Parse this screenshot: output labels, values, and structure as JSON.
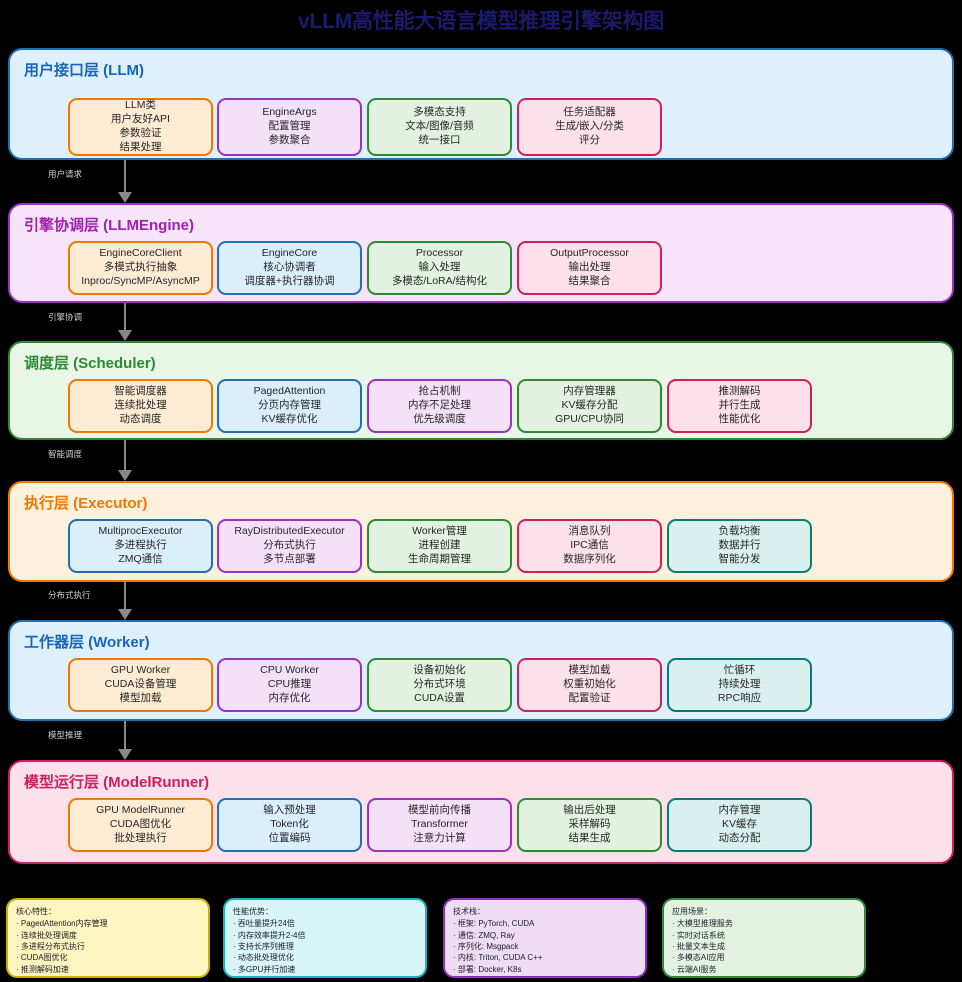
{
  "title": "vLLM高性能大语言模型推理引擎架构图",
  "layers": [
    {
      "id": "interface",
      "title": "用户接口层 (LLM)",
      "title_color": "#1565c0",
      "band_bg": "#dff0fd",
      "band_border": "#1f6fb2",
      "boxes": [
        {
          "variant": "v-orange",
          "lines": [
            "LLM类",
            "用户友好API",
            "参数验证",
            "结果处理"
          ]
        },
        {
          "variant": "v-purple",
          "lines": [
            "EngineArgs",
            "配置管理",
            "参数聚合"
          ]
        },
        {
          "variant": "v-green",
          "lines": [
            "多模态支持",
            "文本/图像/音频",
            "统一接口"
          ]
        },
        {
          "variant": "v-pink",
          "lines": [
            "任务适配器",
            "生成/嵌入/分类",
            "评分"
          ]
        }
      ]
    },
    {
      "id": "engine",
      "title": "引擎协调层 (LLMEngine)",
      "title_color": "#a020b0",
      "band_bg": "#f7e4f9",
      "band_border": "#9b30c4",
      "boxes": [
        {
          "variant": "v-orange",
          "lines": [
            "EngineCoreClient",
            "多模式执行抽象",
            "Inproc/SyncMP/AsyncMP"
          ]
        },
        {
          "variant": "v-blue",
          "lines": [
            "EngineCore",
            "核心协调者",
            "调度器+执行器协调"
          ]
        },
        {
          "variant": "v-green",
          "lines": [
            "Processor",
            "输入处理",
            "多模态/LoRA/结构化"
          ]
        },
        {
          "variant": "v-pink",
          "lines": [
            "OutputProcessor",
            "输出处理",
            "结果聚合"
          ]
        }
      ]
    },
    {
      "id": "scheduler",
      "title": "调度层 (Scheduler)",
      "title_color": "#2d8a33",
      "band_bg": "#e9f5e6",
      "band_border": "#2d8a33",
      "boxes": [
        {
          "variant": "v-orange",
          "lines": [
            "智能调度器",
            "连续批处理",
            "动态调度"
          ]
        },
        {
          "variant": "v-blue",
          "lines": [
            "PagedAttention",
            "分页内存管理",
            "KV缓存优化"
          ]
        },
        {
          "variant": "v-purple",
          "lines": [
            "抢占机制",
            "内存不足处理",
            "优先级调度"
          ]
        },
        {
          "variant": "v-green",
          "lines": [
            "内存管理器",
            "KV缓存分配",
            "GPU/CPU协同"
          ]
        },
        {
          "variant": "v-pink",
          "lines": [
            "推测解码",
            "并行生成",
            "性能优化"
          ]
        }
      ]
    },
    {
      "id": "executor",
      "title": "执行层 (Executor)",
      "title_color": "#f07800",
      "band_bg": "#fdf0dc",
      "band_border": "#f07800",
      "boxes": [
        {
          "variant": "v-blue",
          "lines": [
            "MultiprocExecutor",
            "多进程执行",
            "ZMQ通信"
          ]
        },
        {
          "variant": "v-purple",
          "lines": [
            "RayDistributedExecutor",
            "分布式执行",
            "多节点部署"
          ]
        },
        {
          "variant": "v-green",
          "lines": [
            "Worker管理",
            "进程创建",
            "生命周期管理"
          ]
        },
        {
          "variant": "v-pink",
          "lines": [
            "消息队列",
            "IPC通信",
            "数据序列化"
          ]
        },
        {
          "variant": "v-teal",
          "lines": [
            "负载均衡",
            "数据并行",
            "智能分发"
          ]
        }
      ]
    },
    {
      "id": "worker",
      "title": "工作器层 (Worker)",
      "title_color": "#1565c0",
      "band_bg": "#dff0fd",
      "band_border": "#1f6fb2",
      "boxes": [
        {
          "variant": "v-orange",
          "lines": [
            "GPU Worker",
            "CUDA设备管理",
            "模型加载"
          ]
        },
        {
          "variant": "v-purple",
          "lines": [
            "CPU Worker",
            "CPU推理",
            "内存优化"
          ]
        },
        {
          "variant": "v-green",
          "lines": [
            "设备初始化",
            "分布式环境",
            "CUDA设置"
          ]
        },
        {
          "variant": "v-pink",
          "lines": [
            "模型加载",
            "权重初始化",
            "配置验证"
          ]
        },
        {
          "variant": "v-teal",
          "lines": [
            "忙循环",
            "持续处理",
            "RPC响应"
          ]
        }
      ]
    },
    {
      "id": "modelrunner",
      "title": "模型运行层 (ModelRunner)",
      "title_color": "#cf1f5e",
      "band_bg": "#fce0ea",
      "band_border": "#cf1f5e",
      "boxes": [
        {
          "variant": "v-orange",
          "lines": [
            "GPU ModelRunner",
            "CUDA图优化",
            "批处理执行"
          ]
        },
        {
          "variant": "v-blue",
          "lines": [
            "输入预处理",
            "Token化",
            "位置编码"
          ]
        },
        {
          "variant": "v-purple",
          "lines": [
            "模型前向传播",
            "Transformer",
            "注意力计算"
          ]
        },
        {
          "variant": "v-green",
          "lines": [
            "输出后处理",
            "采样解码",
            "结果生成"
          ]
        },
        {
          "variant": "v-teal",
          "lines": [
            "内存管理",
            "KV缓存",
            "动态分配"
          ]
        }
      ]
    }
  ],
  "connectors": [
    {
      "label": "用户请求"
    },
    {
      "label": "引擎协调"
    },
    {
      "label": "智能调度"
    },
    {
      "label": "分布式执行"
    },
    {
      "label": "模型推理"
    }
  ],
  "notes": [
    {
      "variant": "n-yellow",
      "heading": "核心特性：",
      "items": [
        "PagedAttention内存管理",
        "连续批处理调度",
        "多进程分布式执行",
        "CUDA图优化",
        "推测解码加速"
      ]
    },
    {
      "variant": "n-cyan",
      "heading": "性能优势：",
      "items": [
        "吞吐量提升24倍",
        "内存效率提升2-4倍",
        "支持长序列推理",
        "动态批处理优化",
        "多GPU并行加速"
      ]
    },
    {
      "variant": "n-violet",
      "heading": "技术栈：",
      "items": [
        "框架: PyTorch, CUDA",
        "通信: ZMQ, Ray",
        "序列化: Msgpack",
        "内核: Triton, CUDA C++",
        "部署: Docker, K8s"
      ]
    },
    {
      "variant": "n-mint",
      "heading": "应用场景：",
      "items": [
        "大模型推理服务",
        "实时对话系统",
        "批量文本生成",
        "多模态AI应用",
        "云端AI服务"
      ]
    }
  ]
}
